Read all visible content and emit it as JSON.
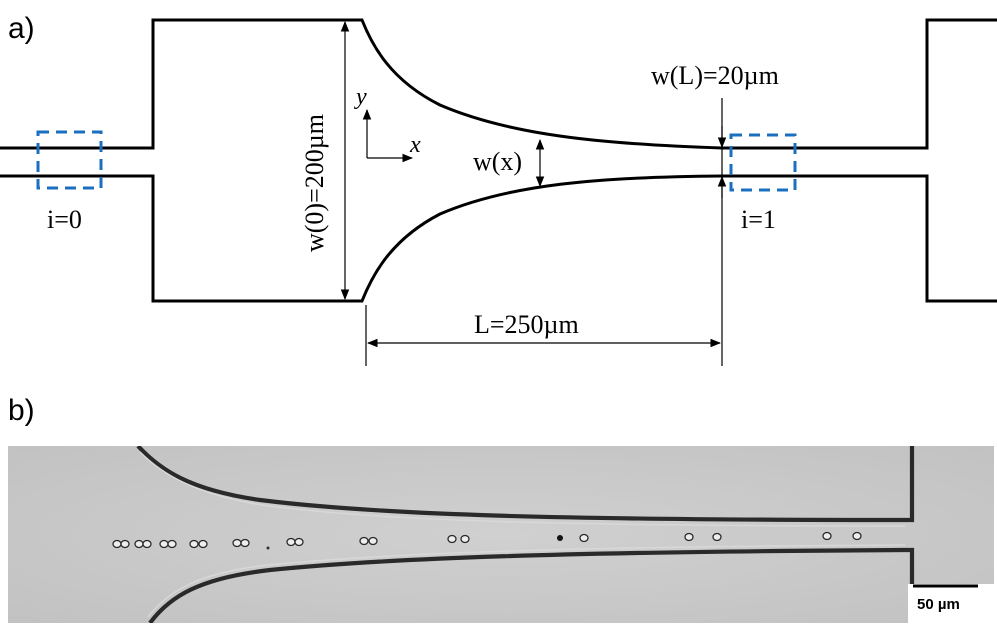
{
  "panel_a": {
    "label": "a)",
    "inlet_label": "i=0",
    "outlet_label": "i=1",
    "width_start_label": "w(0)=200µm",
    "width_end_label": "w(L)=20µm",
    "width_x_label": "w(x)",
    "length_label": "L=250µm",
    "axis_x": "x",
    "axis_y": "y",
    "highlight_color": "#1b6fc0"
  },
  "panel_b": {
    "label": "b)",
    "scale_bar_label": "50 µm"
  }
}
